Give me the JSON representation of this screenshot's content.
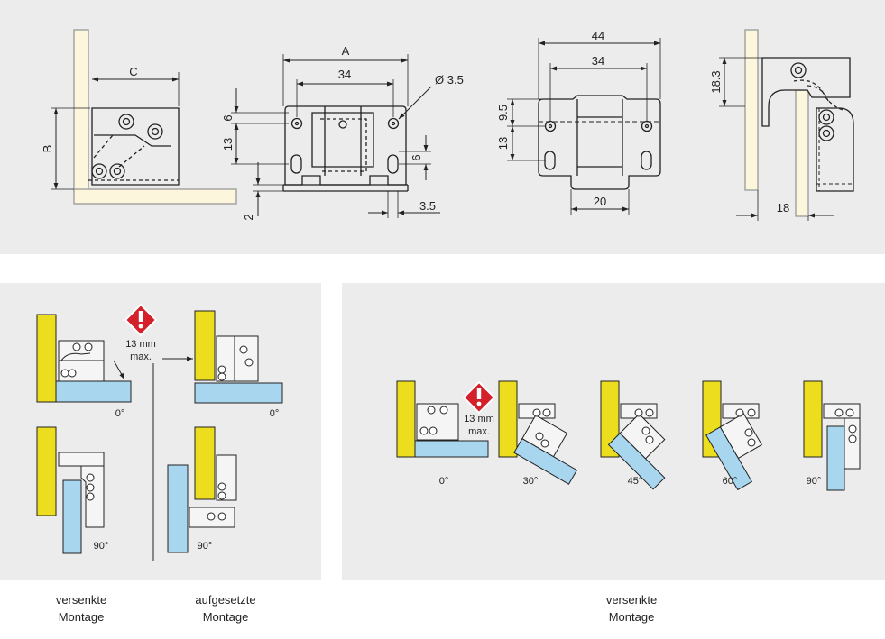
{
  "technical_drawing": {
    "side_view": {
      "dim_c": "C",
      "dim_b": "B"
    },
    "front_view": {
      "dim_a": "A",
      "dim_34": "34",
      "dim_hole": "Ø 3.5",
      "dim_6_top": "6",
      "dim_13": "13",
      "dim_6_right": "6",
      "dim_2": "2",
      "dim_3_5": "3.5"
    },
    "back_view": {
      "dim_44": "44",
      "dim_34": "34",
      "dim_9_5": "9.5",
      "dim_13": "13",
      "dim_20": "20"
    },
    "end_view": {
      "dim_18_3": "18.3",
      "dim_18": "18"
    }
  },
  "panel_left": {
    "warning_text_1": "13 mm",
    "warning_text_2": "max.",
    "angle_1": "0°",
    "angle_2": "0°",
    "angle_3": "90°",
    "angle_4": "90°"
  },
  "panel_right": {
    "warning_text_1": "13 mm",
    "warning_text_2": "max.",
    "angles": [
      "0°",
      "30°",
      "45°",
      "60°",
      "90°"
    ]
  },
  "captions": {
    "left_1_line1": "versenkte",
    "left_1_line2": "Montage",
    "left_2_line1": "aufgesetzte",
    "left_2_line2": "Montage",
    "right_line1": "versenkte",
    "right_line2": "Montage"
  },
  "colors": {
    "background_panel": "#ececec",
    "door_yellow": "#ecdd1e",
    "frame_blue": "#a8d6ef",
    "wood": "#fbf6dc",
    "warning_red": "#d4202a"
  }
}
